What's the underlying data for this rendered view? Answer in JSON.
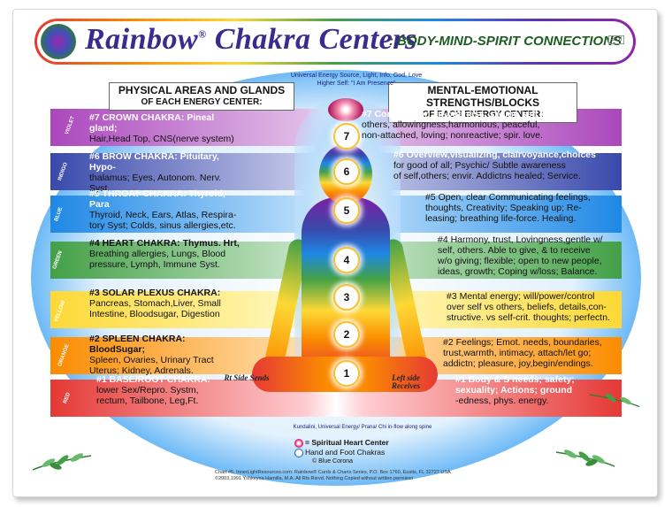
{
  "header": {
    "title_a": "Rainbow",
    "title_reg": "®",
    "title_b": " Chakra Centers",
    "subtitle": ": BODY-MIND-SPIRIT CONNECTIONS",
    "badge": "SIDI"
  },
  "columns": {
    "left_line1": "PHYSICAL AREAS AND GLANDS",
    "left_line2": "OF EACH ENERGY CENTER:",
    "right_line1": "MENTAL-EMOTIONAL STRENGTHS/BLOCKS",
    "right_line2": "OF EACH ENERGY CENTER:"
  },
  "top_note": {
    "line1": "Universal Energy Source, Light, Info, God, Love",
    "line2": "Higher Self: \"I Am Presence\""
  },
  "left": {
    "c7a": "#7 CROWN CHAKRA: Pineal gland;",
    "c7b": "Hair,Head Top, CNS(nerve system)",
    "c6a": "#6 BROW CHAKRA: Pituitary, Hypo-",
    "c6b": "thalamus; Eyes, Autonom. Nerv. Syst.",
    "c5a": "#5 THROAT CHAKRA: Thyroid, Para",
    "c5b": "Thyroid, Neck, Ears, Atlas, Respira-",
    "c5c": "tory Syst; Colds, sinus allergies,etc.",
    "c4a": "#4 HEART CHAKRA: Thymus. Hrt,",
    "c4b": "Breathing allergies, Lungs, Blood",
    "c4c": "pressure, Lymph, Immune Syst.",
    "c3a": "#3 SOLAR PLEXUS CHAKRA:",
    "c3b": "Pancreas, Stomach,Liver, Small",
    "c3c": "Intestine, Bloodsugar, Digestion",
    "c2a": "#2 SPLEEN CHAKRA: BloodSugar;",
    "c2b": "Spleen, Ovaries, Urinary Tract",
    "c2c": "Uterus; Kidney, Adrenals.",
    "c1a": "#1 BASE/ROOT CHAKRA:",
    "c1b": "lower Sex/Repro. Systm,",
    "c1c": "rectum, Tailbone, Leg,Ft."
  },
  "right": {
    "c7a": "#7 Compassion, at-oneness, seeing self in",
    "c7b": "others, allowingness,harmonious, peaceful,",
    "c7c": "non-attached, loving; nonreactive; spir. love.",
    "c6a": "#6 Overview,visualizing, clairvoyance,choices",
    "c6b": "for good of all; Psychic/ Subtle awareness",
    "c6c": "of self,others; envir. Addictns healed; Service.",
    "c5a": "#5 Open, clear Communicating feelings,",
    "c5b": "thoughts, Creativity; Speaking up; Re-",
    "c5c": "leasing; breathing life-force. Healing.",
    "c4a": "#4 Harmony, trust, Lovingness,gentle w/",
    "c4b": "self, others. Able to give, & to receive",
    "c4c": "w/o giving; flexible; open to new people,",
    "c4d": "ideas, growth; Coping w/loss; Balance.",
    "c3a": "#3 Mental energy; will/power/control",
    "c3b": "over self vs others, beliefs, details,con-",
    "c3c": "structive. vs self-crit. thoughts; perfectn.",
    "c2a": "#2 Feelings; Emot. needs, boundaries,",
    "c2b": "trust,warmth, intimacy, attach/let go;",
    "c2c": "addictn; pleasure, joy,begin/endings.",
    "c1a": "#1 Body & S needs; safety;",
    "c1b": "sexuality; Actions; ground",
    "c1c": "-edness, phys. energy."
  },
  "colors_labels": {
    "violet": "VIOLET",
    "indigo": "INDIGO",
    "blue": "BLUE",
    "green": "GREEN",
    "yellow": "YELLOW",
    "orange": "ORANGE",
    "red": "RED"
  },
  "nodes": [
    "7",
    "6",
    "5",
    "4",
    "3",
    "2",
    "1"
  ],
  "figure_labels": {
    "left_leg": "Rt Side Sends",
    "right_leg": "Left side Receives"
  },
  "footer_note": "Kundalini, Universal Energy/ Prana/ Chi in-flow along spine",
  "legend": {
    "spiritual": "= Spiritual Heart Center",
    "hand": "Hand and Foot Chakras",
    "corona": "© Blue Corona"
  },
  "copyright": {
    "line1": "Chart #5, InnerLightResources.com: Rainbow® Cards & Charts Series, P.O. Box 1760, Eustis, FL 32727 USA",
    "line2": "©2003,1991 Yshkeyna Hamilla, M.A. All Rts Rsrvd. Nothing Copied without written permissn"
  },
  "theme": {
    "violet": "#ab47bc",
    "indigo": "#3949ab",
    "blue": "#1e88e5",
    "green": "#43a047",
    "yellow": "#fdd835",
    "orange": "#fb8c00",
    "red": "#e53935"
  }
}
